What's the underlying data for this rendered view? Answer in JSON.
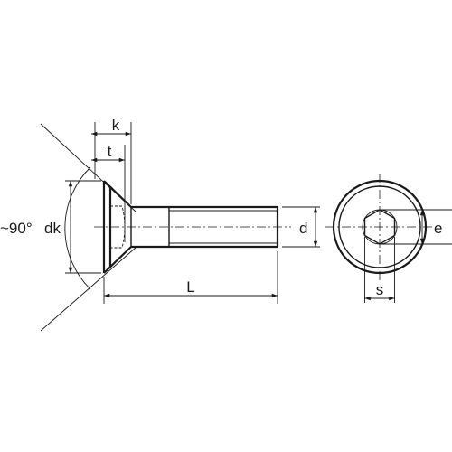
{
  "labels": {
    "k": "k",
    "t": "t",
    "angle": "~90°",
    "dk": "dk",
    "d": "d",
    "L": "L",
    "e": "e",
    "s": "s"
  }
}
